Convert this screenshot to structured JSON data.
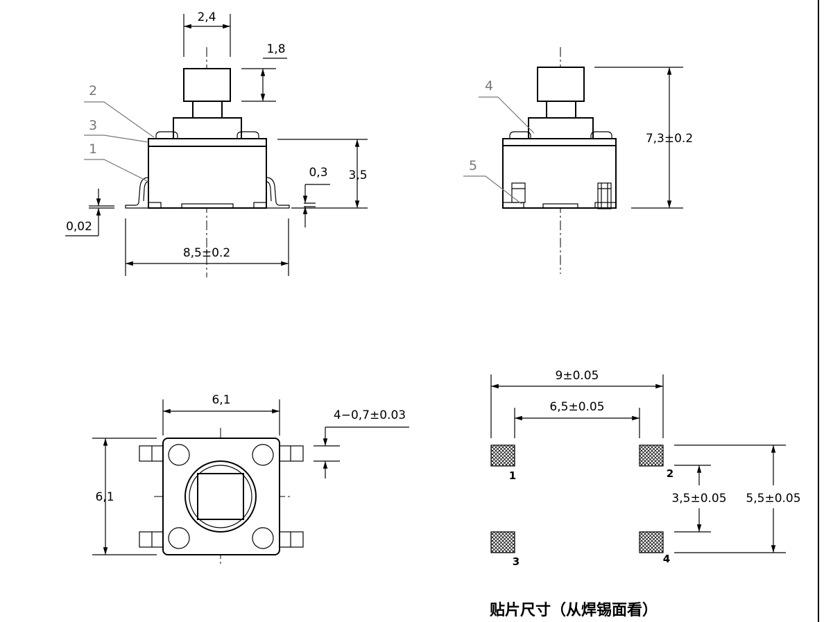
{
  "side_view": {
    "dim_stem_width": "2,4",
    "dim_stem_height": "1,8",
    "dim_body_height": "3,5",
    "dim_lead_thickness": "0,3",
    "dim_standoff": "0,02",
    "dim_width": "8,5±0.2",
    "callouts": [
      "2",
      "3",
      "1"
    ]
  },
  "front_view": {
    "dim_total_height": "7,3±0.2",
    "callouts": [
      "4",
      "5"
    ]
  },
  "top_view": {
    "dim_width": "6,1",
    "dim_height": "6,1",
    "dim_holes": "4−0,7±0.03"
  },
  "footprint": {
    "dim_outer_width": "9±0.05",
    "dim_inner_width": "6,5±0.05",
    "dim_inner_height": "3,5±0.05",
    "dim_outer_height": "5,5±0.05",
    "pads": [
      "1",
      "2",
      "3",
      "4"
    ],
    "title": "贴片尺寸（从焊锡面看）"
  }
}
